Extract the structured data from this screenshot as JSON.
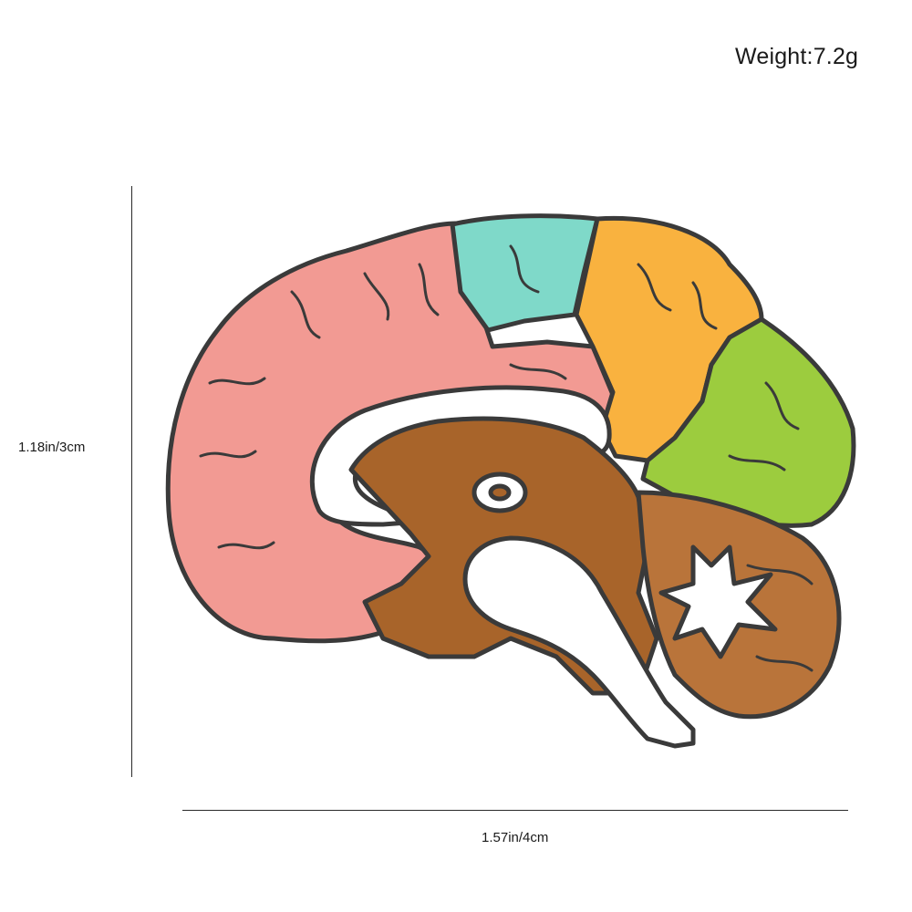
{
  "product": {
    "weight": "Weight:7.2g",
    "height_dimension": "1.18in/3cm",
    "width_dimension": "1.57in/4cm"
  },
  "colors": {
    "frontal": "#f29a93",
    "parietal_mint": "#7fd9c9",
    "parietal_orange": "#f9b23f",
    "occipital": "#9ccc3e",
    "brainstem": "#a8642a",
    "cerebellum": "#b9743a",
    "white_matter": "#ffffff",
    "outline": "#3a3a3a"
  },
  "pin_icon": "brain-enamel-pin"
}
